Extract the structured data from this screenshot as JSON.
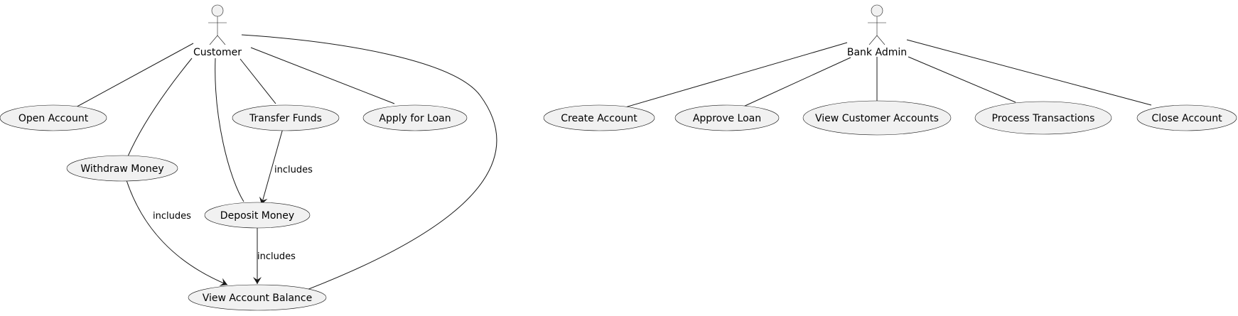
{
  "actors": {
    "customer": {
      "label": "Customer"
    },
    "admin": {
      "label": "Bank Admin"
    }
  },
  "usecases": {
    "open_account": "Open Account",
    "withdraw_money": "Withdraw Money",
    "transfer_funds": "Transfer Funds",
    "apply_loan": "Apply for Loan",
    "deposit_money": "Deposit Money",
    "view_balance": "View Account Balance",
    "create_account": "Create Account",
    "approve_loan": "Approve Loan",
    "view_customer_accounts": "View Customer Accounts",
    "process_transactions": "Process Transactions",
    "close_account": "Close Account"
  },
  "relations": {
    "transfer_includes_deposit": "includes",
    "withdraw_includes_balance": "includes",
    "deposit_includes_balance": "includes"
  }
}
